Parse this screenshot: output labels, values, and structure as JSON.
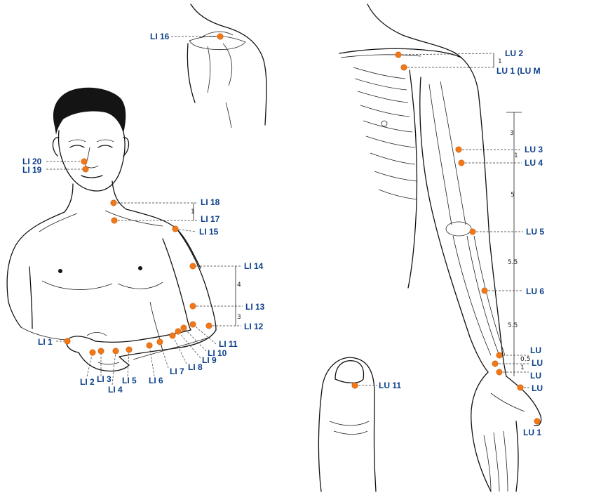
{
  "colors": {
    "point": "#f07818",
    "label": "#0b3f8a",
    "ink": "#111111"
  },
  "large_intestine_labels": {
    "li1": "LI 1",
    "li2": "LI 2",
    "li3": "LI 3",
    "li4": "LI 4",
    "li5": "LI 5",
    "li6": "LI 6",
    "li7": "LI 7",
    "li8": "LI 8",
    "li9": "LI 9",
    "li10": "LI 10",
    "li11": "LI 11",
    "li12": "LI 12",
    "li13": "LI 13",
    "li14": "LI 14",
    "li15": "LI 15",
    "li16": "LI 16",
    "li17": "LI 17",
    "li18": "LI 18",
    "li19": "LI 19",
    "li20": "LI 20"
  },
  "lung_labels": {
    "lu1": "LU 1 (LU M",
    "lu2": "LU 2",
    "lu3": "LU 3",
    "lu4": "LU 4",
    "lu5": "LU 5",
    "lu6": "LU 6",
    "lu7": "LU",
    "lu8": "LU",
    "lu9": "LU",
    "lu10": "LU",
    "lu11_thumb": "LU 11",
    "lu11_hand": "LU 1"
  },
  "measurements": {
    "shoulder_1": "1",
    "arm_3": "3",
    "upper_1": "1",
    "upper_5": "5",
    "fore_5_5_a": "5.5",
    "fore_5_5_b": "5.5",
    "wrist_0_5": "0.5",
    "wrist_1": "1",
    "li_3": "3",
    "li_4": "4",
    "li_1": "1"
  }
}
